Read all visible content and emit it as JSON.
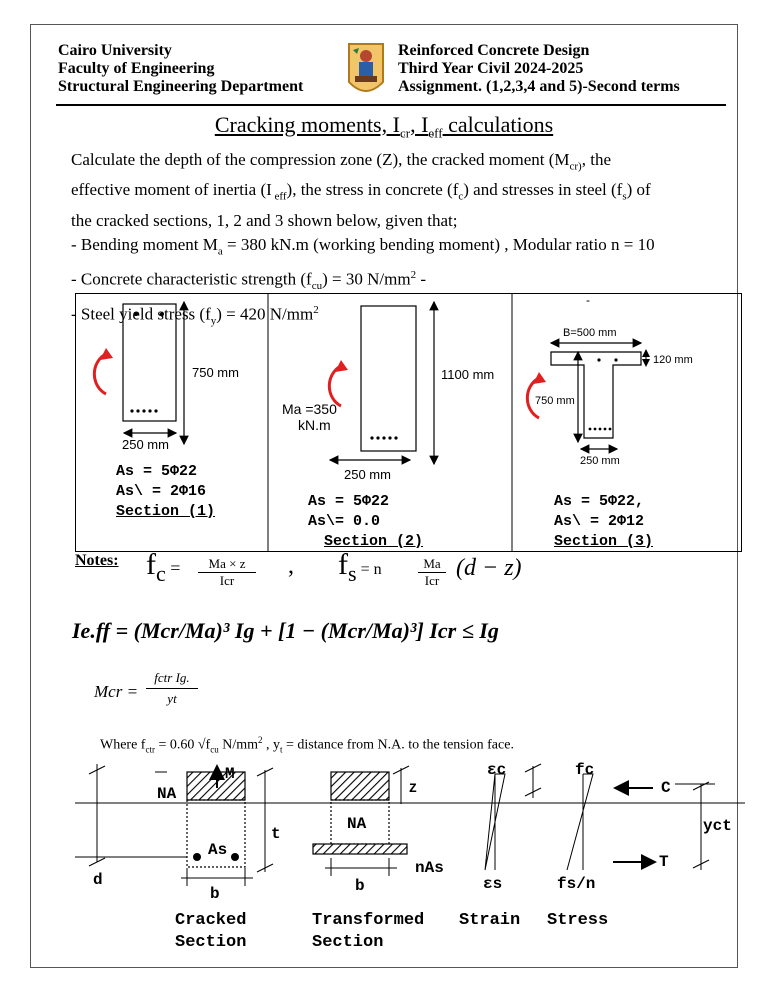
{
  "header": {
    "left": [
      "Cairo University",
      "Faculty of Engineering",
      "Structural Engineering Department"
    ],
    "right": [
      "Reinforced Concrete Design",
      "Third Year Civil 2024-2025",
      "Assignment. (1,2,3,4 and 5)-Second terms"
    ]
  },
  "title": {
    "main": "Cracking moments, I",
    "cr": "cr",
    "sep": ", I",
    "eff": "eff",
    "tail": " calculations"
  },
  "intro": {
    "line1": "Calculate the depth of the compression zone (Z), the cracked moment (M",
    "line1_sub": "cr)",
    "line1_tail": ", the",
    "line2": "effective moment of inertia (I",
    "line2_sub": " eff",
    "line2_tail": "), the stress in concrete (f",
    "line2_sub2": "c",
    "line2_tail2": ") and stresses in steel (f",
    "line2_sub3": "s",
    "line2_tail3": ") of",
    "line3": "the cracked sections, 1, 2 and 3 shown below, given that;",
    "line4": "- Bending moment M",
    "line4_sub": "a",
    "line4_tail": " = 380 kN.m (working bending moment) ,  Modular ratio n = 10",
    "line5": "- Concrete characteristic strength (f",
    "line5_sub": "cu",
    "line5_tail": ") = 30 N/mm",
    "line5_sup": "2",
    "line5_end": "  -",
    "line6": "- Steel yield stress (f",
    "line6_sub": "y",
    "line6_tail": ") = 420 N/mm",
    "line6_sup": "2"
  },
  "section1": {
    "height": "750 mm",
    "width": "250 mm",
    "as": "As  = 5Φ22",
    "as2": "As\\  = 2Φ16",
    "label": "Section (1)"
  },
  "section2": {
    "height": "1100 mm",
    "width": "250 mm",
    "moment1": "Ma =350",
    "moment2": "kN.m",
    "as": "As  =   5Φ22",
    "as2": "As\\=   0.0",
    "label": "Section (2)"
  },
  "section3": {
    "flange_width": "B=500 mm",
    "flange_thk": "120 mm",
    "height": "750 mm",
    "web_width": "250 mm",
    "as": "As  = 5Φ22,",
    "as2": "As\\  = 2Φ12",
    "label": "Section (3)",
    "dash": "-"
  },
  "notes": {
    "label": "Notes:",
    "fc_lhs": "f",
    "fc_sub": "c",
    "eq": " = ",
    "fc_num": "Ma × z",
    "fc_den": "Icr",
    "comma": ",",
    "fs_lhs": "f",
    "fs_sub": "s",
    "fs_eq": " = n",
    "fs_num": "Ma",
    "fs_den": "Icr",
    "fs_tail": "(d − z)",
    "ieff": "Ie.ff = (Mcr/Ma)³ Ig + [1 − (Mcr/Ma)³] Icr ≤ Ig",
    "mcr_lhs": "Mcr =",
    "mcr_num": "fctr Ig.",
    "mcr_den": "yt",
    "where": "Where f",
    "where_sub": "ctr",
    "where_mid": " = 0.60 √f",
    "where_sub2": "cu",
    "where_tail": "  N/mm",
    "where_sup": "2",
    "where_end": "   , y",
    "where_sub3": "t",
    "where_end2": " = distance from N.A. to the tension face."
  },
  "diagram": {
    "m": "M",
    "na": "NA",
    "d": "d",
    "as": "As",
    "t": "t",
    "b": "b",
    "z": "Z",
    "na2": "NA",
    "b2": "b",
    "nas": "nAs",
    "ec": "εc",
    "es": "εs",
    "fc": "fc",
    "fsn": "fs/n",
    "c": "C",
    "t2": "T",
    "yct": "yct",
    "cracked1": "Cracked",
    "cracked2": "Section",
    "trans1": "Transformed",
    "trans2": "Section",
    "strain": "Strain",
    "stress": "Stress"
  }
}
